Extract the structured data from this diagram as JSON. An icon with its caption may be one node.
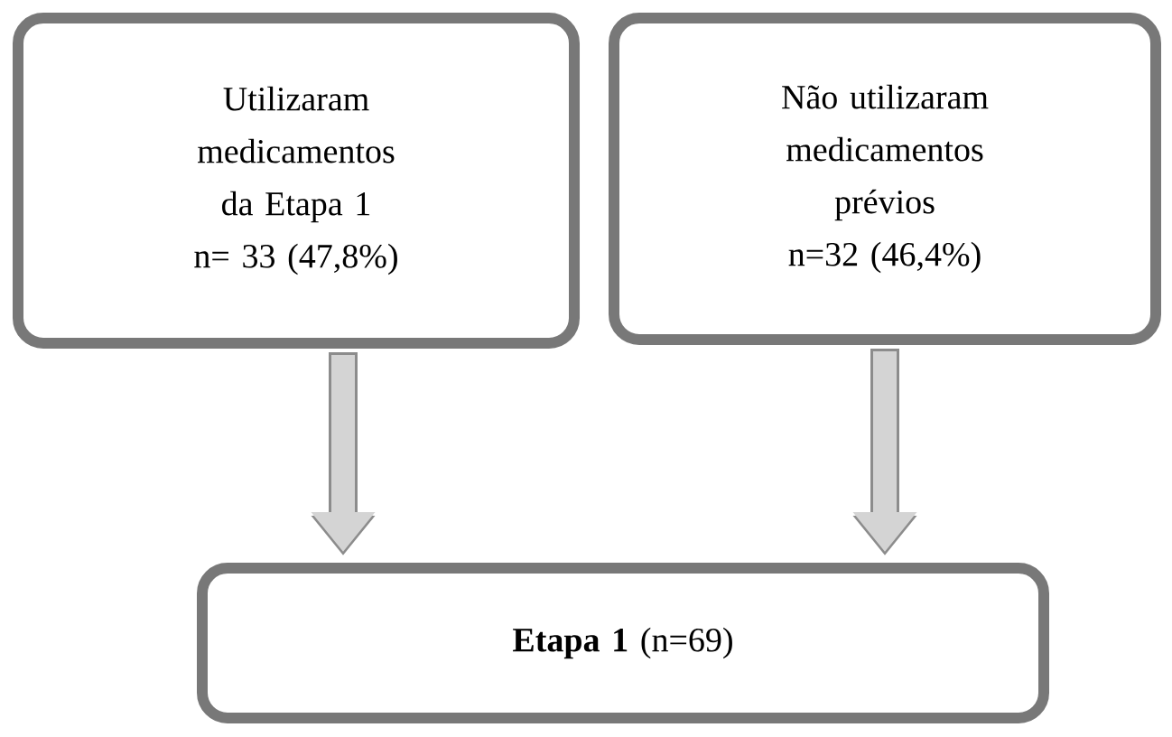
{
  "diagram": {
    "nodes": [
      {
        "text": [
          "Utilizaram medicamentos da Etapa 1",
          "n= 33 (47,8%)"
        ]
      },
      {
        "text": [
          "Não utilizaram medicamentos prévios",
          "n=32 (46,4%)"
        ]
      },
      {
        "text": [
          "**Etapa 1** (n=69)"
        ]
      }
    ],
    "edges": [
      {
        "from": 0,
        "to": 2,
        "arrow": "to"
      },
      {
        "from": 1,
        "to": 2,
        "arrow": "to"
      }
    ]
  }
}
